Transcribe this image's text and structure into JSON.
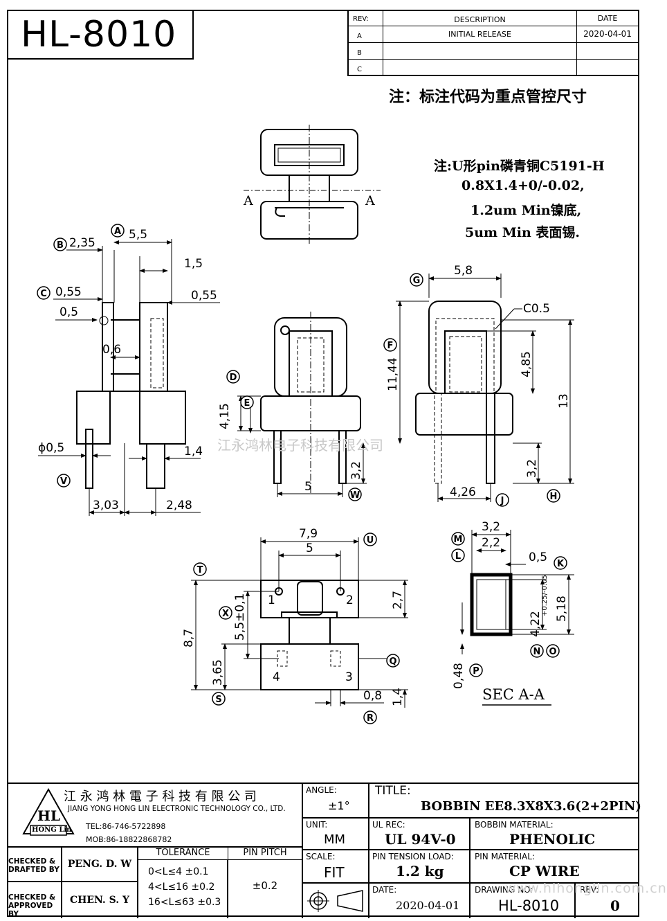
{
  "part_number": "HL-8010",
  "revision_table": {
    "headers": {
      "rev": "REV:",
      "description": "DESCRIPTION",
      "date": "DATE"
    },
    "rows": [
      {
        "rev": "A",
        "description": "INITIAL RELEASE",
        "date": "2020-04-01"
      },
      {
        "rev": "B",
        "description": "",
        "date": ""
      },
      {
        "rev": "C",
        "description": "",
        "date": ""
      }
    ]
  },
  "notes": {
    "key_dims": "注：标注代码为重点管控尺寸",
    "pin_line1": "注:U形pin磷青铜C5191-H",
    "pin_line2": "0.8X1.4+0/-0.02,",
    "pin_line3": "1.2um Min镍底,",
    "pin_line4": "5um Min 表面锡."
  },
  "watermark": "江永鸿林电子科技有限公司",
  "section_label": "SEC A-A",
  "section_marks": {
    "left": "A",
    "right": "A"
  },
  "dimensions": {
    "a": "5,5",
    "b": "2,35",
    "c": "0,55",
    "d0_5": "0,5",
    "d1_5": "1,5",
    "d0_55r": "0,55",
    "d0_6": "0,6",
    "phi": "ϕ0,5",
    "d1_4": "1,4",
    "d3_03": "3,03",
    "d2_48": "2,48",
    "d4_15": "4,15",
    "d5": "5",
    "d3_2": "3,2",
    "d5_8": "5,8",
    "c05": "C0.5",
    "d11_44": "11,44",
    "d4_85": "4,85",
    "d13": "13",
    "d3_2b": "3,2",
    "d4_26": "4,26",
    "d7_9": "7,9",
    "d5b": "5",
    "d2_7": "2,7",
    "d5_5": "5,5±0,1",
    "d8_7": "8,7",
    "d3_65": "3,65",
    "d0_8": "0,8",
    "d1_4b": "1,4",
    "s3_2": "3,2",
    "s2_2": "2,2",
    "s0_5": "0,5",
    "s5_18": "5,18",
    "s4_22": "4,22",
    "s_tol": "+0.25/-0.05",
    "s0_48": "0,48"
  },
  "pin_numbers": [
    "1",
    "2",
    "3",
    "4"
  ],
  "circled_labels": [
    "A",
    "B",
    "C",
    "D",
    "E",
    "F",
    "G",
    "H",
    "J",
    "K",
    "L",
    "M",
    "N",
    "O",
    "P",
    "Q",
    "R",
    "S",
    "T",
    "U",
    "V",
    "W",
    "X"
  ],
  "title_block": {
    "company_cn": "江 永 鸿 林 電 子 科 技 有 限 公 司",
    "company_en": "JIANG YONG HONG LIN ELECTRONIC TECHNOLOGY CO., LTD.",
    "logo_text": "HL",
    "logo_sub": "HONG Lin",
    "tel": "TEL:86-746-5722898",
    "mob": "MOB:86-18822868782",
    "checked_drafted_label": "CHECKED & DRAFTED BY",
    "checked_drafted": "PENG. D. W",
    "checked_approved_label": "CHECKED & APPROVED BY",
    "checked_approved": "CHEN. S. Y",
    "tolerance_label": "TOLERANCE",
    "tolerance_rows": [
      "0<L≤4  ±0.1",
      "4<L≤16 ±0.2",
      "16<L≤63 ±0.3"
    ],
    "pin_pitch_label": "PIN PITCH",
    "pin_pitch": "±0.2",
    "angle_label": "ANGLE:",
    "angle": "±1°",
    "unit_label": "UNIT:",
    "unit": "MM",
    "scale_label": "SCALE:",
    "scale": "FIT",
    "title_label": "TITLE:",
    "title": "BOBBIN EE8.3X8X3.6(2+2PIN)",
    "ul_rec_label": "UL REC:",
    "ul_rec": "UL 94V-0",
    "bobbin_material_label": "BOBBIN MATERIAL:",
    "bobbin_material": "PHENOLIC",
    "pin_tension_label": "PIN TENSION LOAD:",
    "pin_tension": "1.2 kg",
    "pin_material_label": "PIN MATERIAL:",
    "pin_material": "CP WIRE",
    "date_label": "DATE:",
    "date": "2020-04-01",
    "drawing_no_label": "DRAWING NO:",
    "drawing_no": "HL-8010",
    "rev_label": "REV:",
    "rev": "0",
    "website": "www.hlhonglin.com.cn"
  }
}
